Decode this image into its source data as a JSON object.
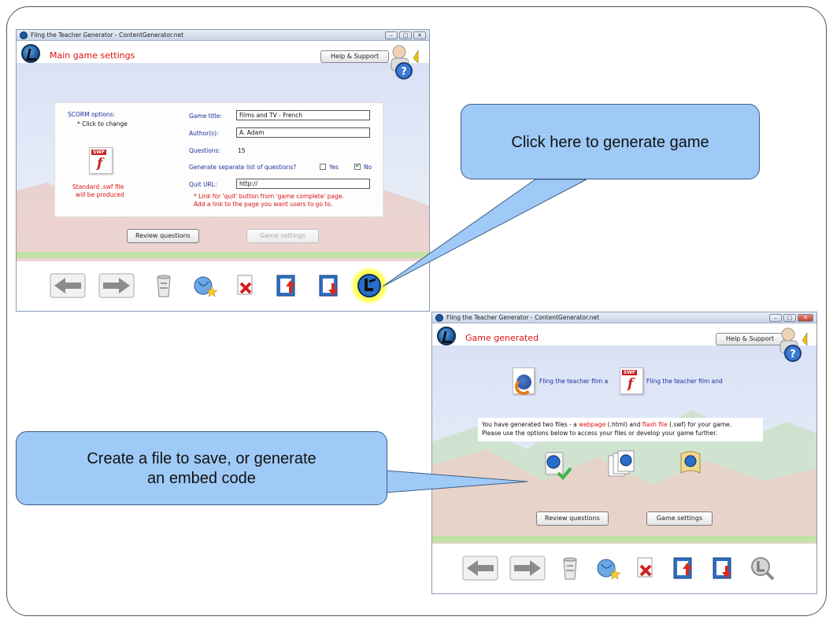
{
  "window1": {
    "title": "Fling the Teacher Generator - ContentGenerator.net",
    "header_title": "Main game settings",
    "help_label": "Help & Support",
    "scorm": {
      "label": "SCORM options:",
      "hint": "* Click to change",
      "note_line1": "Standard .swf file",
      "note_line2": "will be produced",
      "icon_tag": "SWF"
    },
    "fields": {
      "game_title_label": "Game title:",
      "game_title_value": "Films and TV - French",
      "authors_label": "Author(s):",
      "authors_value": "A. Adam",
      "questions_label": "Questions:",
      "questions_value": "15",
      "separate_list_label": "Generate separate list of questions?",
      "yes_label": "Yes",
      "no_label": "No",
      "yes_checked": false,
      "no_checked": true,
      "quit_url_label": "Quit URL:",
      "quit_url_value": "http://",
      "quit_note_line1": "* Link for 'quit' button from 'game complete' page.",
      "quit_note_line2": "Add a link to the page you want users to go to."
    },
    "buttons": {
      "review_questions": "Review questions",
      "game_settings": "Game settings"
    }
  },
  "window2": {
    "title": "Fling the Teacher Generator - ContentGenerator.net",
    "header_title": "Game generated",
    "help_label": "Help & Support",
    "file_html_label": "Fling the teacher film a",
    "file_swf_label": "Fling the teacher film and",
    "swf_tag": "SWF",
    "info": {
      "pre": "You have generated two files - a ",
      "webpage": "webpage",
      "mid": " (.html) and ",
      "flash": "flash file",
      "post": " (.swf) for your game.",
      "line2": "Please use the options below to access your files or develop your game further."
    },
    "buttons": {
      "review_questions": "Review questions",
      "game_settings": "Game settings"
    }
  },
  "callouts": {
    "generate": "Click here to generate game",
    "save_line1": "Create a file to save, or generate",
    "save_line2": "an embed code"
  },
  "colors": {
    "callout_fill": "#9fcaf7",
    "header_red": "#dd1111",
    "label_blue": "#1b2f9c",
    "glow_yellow": "#ffff55"
  },
  "icons": [
    "back-arrow-icon",
    "forward-arrow-icon",
    "recycle-bin-icon",
    "web-star-icon",
    "delete-file-icon",
    "upload-file-icon",
    "download-file-icon",
    "generate-game-icon",
    "search-icon"
  ]
}
